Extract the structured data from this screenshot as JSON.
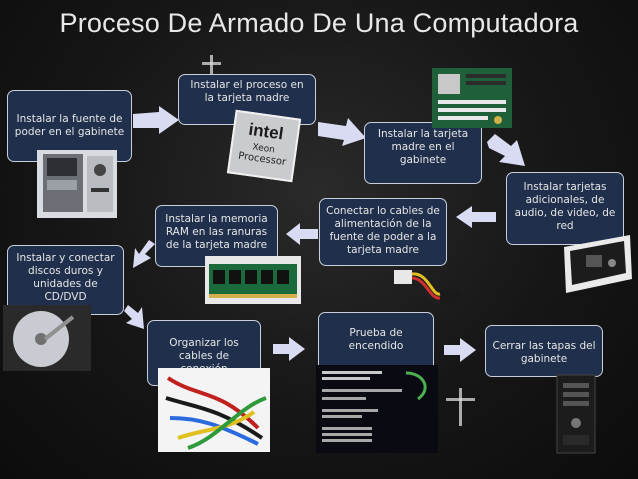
{
  "title": "Proceso De Armado De Una Computadora",
  "steps": [
    {
      "label": "Instalar la fuente de poder en el gabinete"
    },
    {
      "label": "Instalar el proceso en la tarjeta madre"
    },
    {
      "label": "Instalar la tarjeta madre en el gabinete"
    },
    {
      "label": "Instalar  tarjetas adicionales, de audio, de video, de red"
    },
    {
      "label": "Conectar lo cables de alimentación de la fuente de poder a la tarjeta madre"
    },
    {
      "label": "Instalar la memoria RAM en las ranuras de la tarjeta madre"
    },
    {
      "label": "Instalar y conectar discos duros y unidades de CD/DVD"
    },
    {
      "label": "Organizar los cables de conexión"
    },
    {
      "label": "Prueba de encendido"
    },
    {
      "label": "Cerrar las tapas del gabinete"
    }
  ],
  "cpu_logo": {
    "brand": "intel",
    "line1": "Xeon",
    "line2": "Processor"
  },
  "colors": {
    "box_fill": "#1f2f4c",
    "box_border": "#c9cfd8",
    "arrow": "#d9dbf2",
    "text": "#e6e6e6"
  }
}
